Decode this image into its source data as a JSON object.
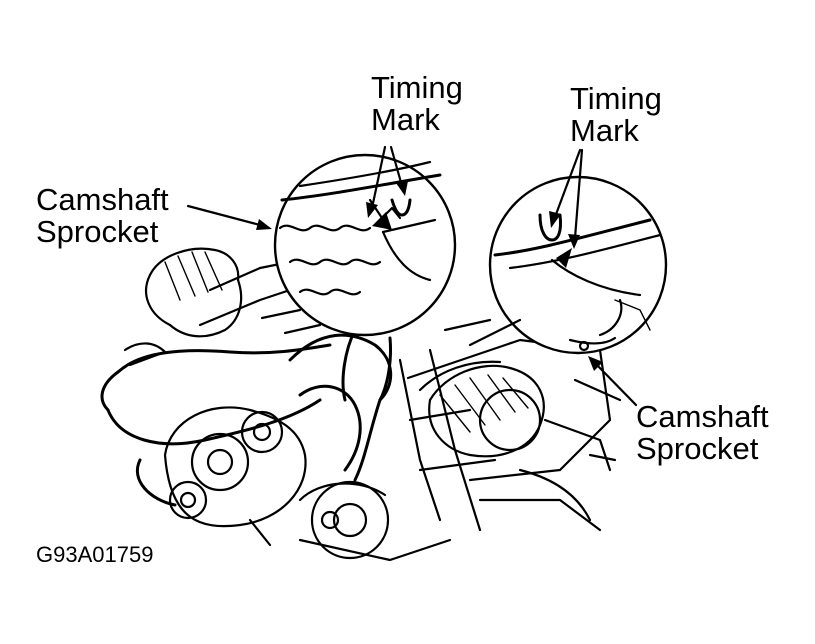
{
  "labels": {
    "timing_mark_left": [
      "Timing",
      "Mark"
    ],
    "timing_mark_right": [
      "Timing",
      "Mark"
    ],
    "camshaft_sprocket_left": [
      "Camshaft",
      "Sprocket"
    ],
    "camshaft_sprocket_right": [
      "Camshaft",
      "Sprocket"
    ]
  },
  "figure_code": "G93A01759",
  "colors": {
    "ink": "#000000",
    "paper": "#ffffff"
  }
}
